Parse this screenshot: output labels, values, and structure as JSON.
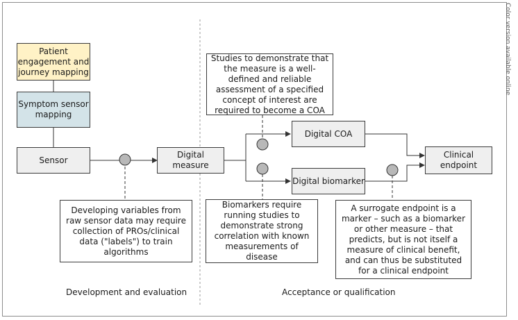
{
  "side_note": "Color version available online",
  "boxes": {
    "patient": "Patient engagement and journey mapping",
    "symptom": "Symptom sensor mapping",
    "sensor": "Sensor",
    "digital_measure": "Digital measure",
    "digital_coa": "Digital COA",
    "digital_biomarker": "Digital biomarker",
    "clinical_endpoint": "Clinical endpoint"
  },
  "notes": {
    "raw_sensor": "Developing variables from raw sensor data may require collection of PROs/clinical data (\"labels\") to train algorithms",
    "coa_studies": "Studies to demonstrate that the measure is a well-defined and reliable assessment of a specified concept of interest are required to become a COA",
    "biomarker_studies": "Biomarkers require running studies to demonstrate strong correlation with known measurements of disease",
    "surrogate": "A surrogate endpoint is a marker – such as a biomarker or other measure – that predicts, but is not itself a measure of clinical benefit, and can thus be substituted for a clinical endpoint"
  },
  "sections": {
    "left": "Development and evaluation",
    "right": "Acceptance or qualification"
  },
  "colors": {
    "patient_fill": "#fff2c6",
    "symptom_fill": "#d3e3e8",
    "box_fill": "#efefef",
    "node_fill": "#b8b8b8"
  }
}
